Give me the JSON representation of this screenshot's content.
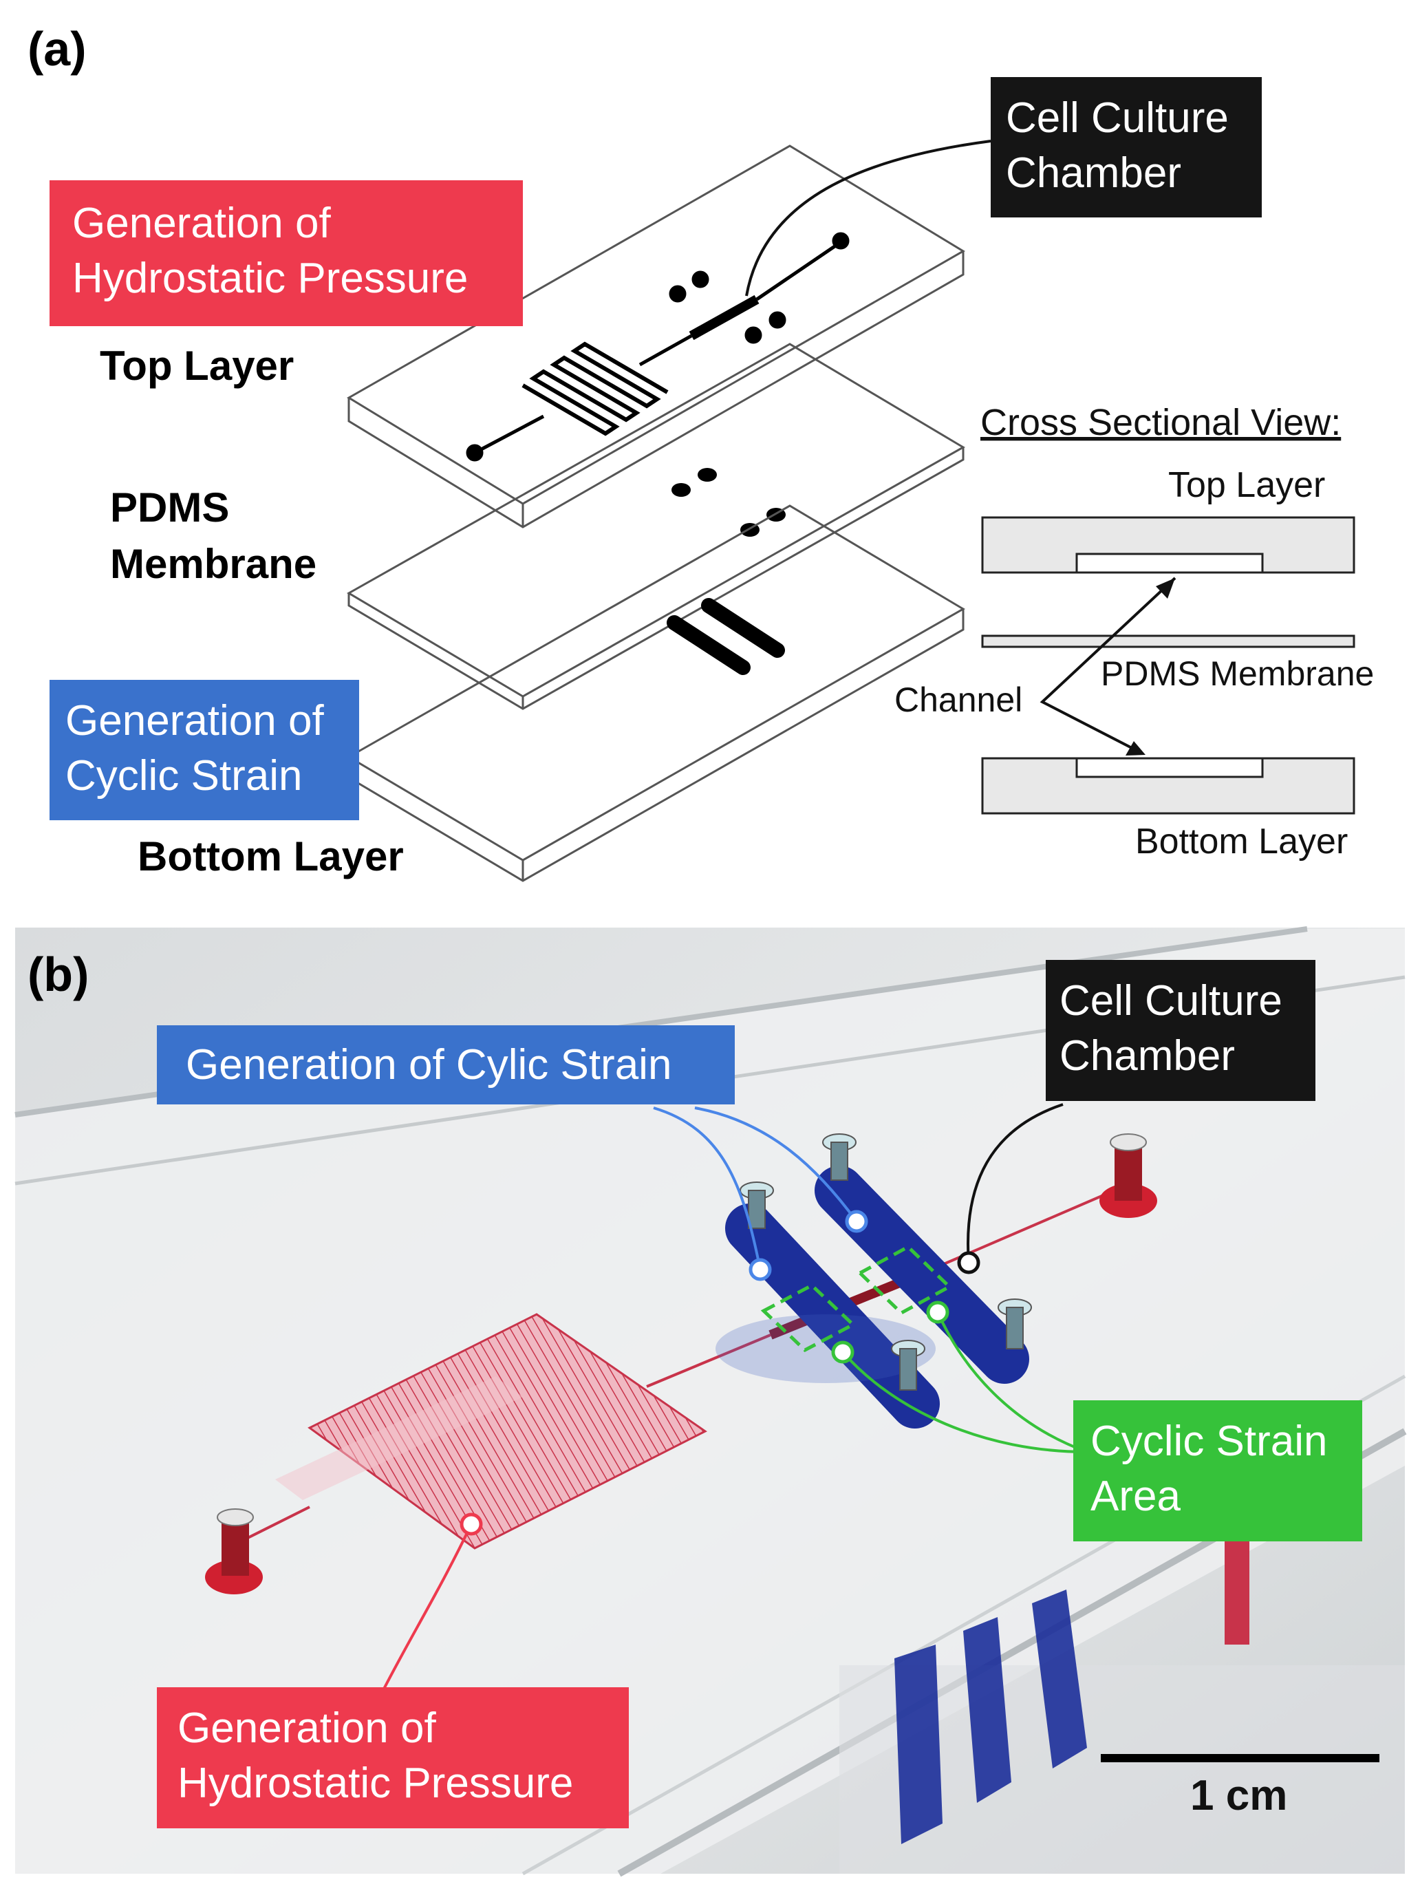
{
  "panel_a": {
    "label": "(a)",
    "layers": {
      "top": "Top Layer",
      "membrane_line1": "PDMS",
      "membrane_line2": "Membrane",
      "bottom": "Bottom Layer"
    },
    "callouts": {
      "hydrostatic_line1": "Generation of",
      "hydrostatic_line2": "Hydrostatic Pressure",
      "cyclic_line1": "Generation of",
      "cyclic_line2": "Cyclic Strain",
      "chamber_line1": "Cell Culture",
      "chamber_line2": "Chamber"
    },
    "cross_section": {
      "title": "Cross Sectional View:",
      "top_layer": "Top Layer",
      "membrane": "PDMS Membrane",
      "channel": "Channel",
      "bottom_layer": "Bottom Layer"
    }
  },
  "panel_b": {
    "label": "(b)",
    "callouts": {
      "cyclic": "Generation of Cylic Strain",
      "chamber_line1": "Cell Culture",
      "chamber_line2": "Chamber",
      "strain_area_line1": "Cyclic Strain",
      "strain_area_line2": "Area",
      "hydrostatic_line1": "Generation of",
      "hydrostatic_line2": "Hydrostatic Pressure"
    },
    "scale_bar": "1 cm"
  },
  "colors": {
    "red_box": "#ee3a4e",
    "blue_box": "#3a72cc",
    "black_box": "#151515",
    "green_box": "#36c23a",
    "blue_channel": "#1c2f9a",
    "red_channel": "#c8334a"
  }
}
